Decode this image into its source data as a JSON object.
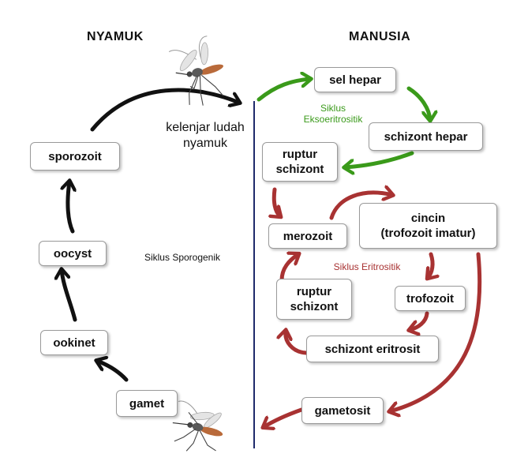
{
  "headings": {
    "mosquito": "NYAMUK",
    "human": "MANUSIA"
  },
  "colors": {
    "mosquito_cycle": "#111111",
    "exo_cycle": "#3a9a1a",
    "erythro_cycle": "#a83232",
    "divider": "#1f2a6b"
  },
  "boxes": {
    "sporozoit": "sporozoit",
    "oocyst": "oocyst",
    "ookinet": "ookinet",
    "gamet": "gamet",
    "sel_hepar": "sel hepar",
    "schizont_hepar": "schizont hepar",
    "ruptur_schizont_top_l1": "ruptur",
    "ruptur_schizont_top_l2": "schizont",
    "merozoit": "merozoit",
    "cincin_l1": "cincin",
    "cincin_l2": "(trofozoit imatur)",
    "ruptur_schizont_bottom_l1": "ruptur",
    "ruptur_schizont_bottom_l2": "schizont",
    "trofozoit": "trofozoit",
    "schizont_eritrosit": "schizont eritrosit",
    "gametosit": "gametosit"
  },
  "labels": {
    "kelenjar_l1": "kelenjar ludah",
    "kelenjar_l2": "nyamuk",
    "siklus_sporogenik": "Siklus Sporogenik",
    "siklus_exo_l1": "Siklus",
    "siklus_exo_l2": "Eksoeritrositik",
    "siklus_eritrositik": "Siklus Eritrositik"
  },
  "icons": [
    "mosquito-icon-top",
    "mosquito-icon-bottom"
  ]
}
